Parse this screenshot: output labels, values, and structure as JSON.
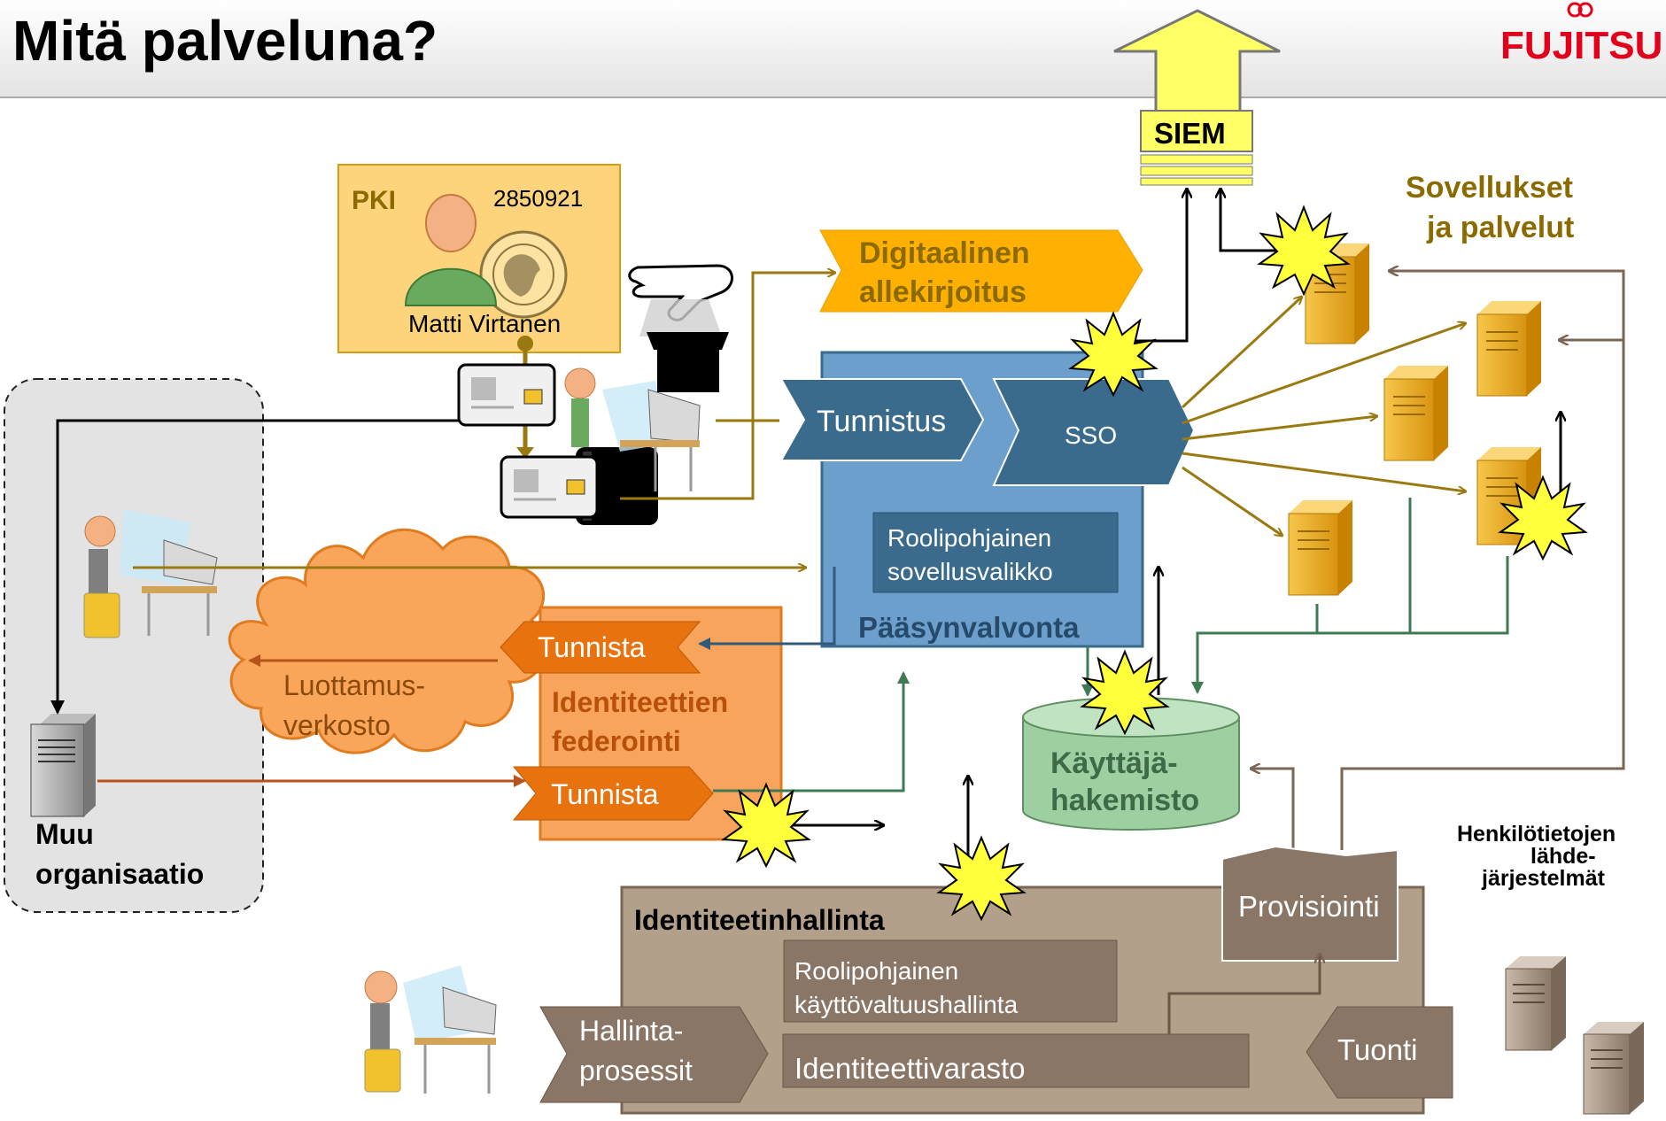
{
  "slide": {
    "title": "Mitä palveluna?",
    "logo_text": "FUJITSU"
  },
  "pki_card": {
    "label": "PKI",
    "number": "2850921",
    "name": "Matti Virtanen"
  },
  "siem": {
    "label": "SIEM"
  },
  "digital_signature": {
    "line1": "Digitaalinen",
    "line2": "allekirjoitus"
  },
  "access_control": {
    "title": "Pääsynvalvonta",
    "authentication": "Tunnistus",
    "sso": "SSO",
    "role_menu_line1": "Roolipohjainen",
    "role_menu_line2": "sovellusvalikko"
  },
  "applications": {
    "line1": "Sovellukset",
    "line2": "ja palvelut"
  },
  "directory": {
    "line1": "Käyttäjä-",
    "line2": "hakemisto"
  },
  "federation": {
    "title_line1": "Identiteettien",
    "title_line2": "federointi",
    "identify_top": "Tunnista",
    "identify_bottom": "Tunnista"
  },
  "trust_network": {
    "line1": "Luottamus-",
    "line2": "verkosto"
  },
  "other_org": {
    "line1": "Muu",
    "line2": "organisaatio"
  },
  "identity_management": {
    "title": "Identiteetinhallinta",
    "provisioning": "Provisiointi",
    "role_mgmt_line1": "Roolipohjainen",
    "role_mgmt_line2": "käyttövaltuushallinta",
    "identity_store": "Identiteettivarasto",
    "processes_line1": "Hallinta-",
    "processes_line2": "prosessit",
    "import": "Tuonti"
  },
  "source_systems": {
    "line1": "Henkilötietojen",
    "line2": "lähde-",
    "line3": "järjestelmät"
  },
  "colors": {
    "title_text": "#000000",
    "logo_red": "#e2001a",
    "gold_text": "#8b6a00",
    "gold_arrow": "#9a7a10",
    "orange": "#e8730e",
    "blue_box": "#6c9fcc",
    "dark_blue": "#3a6a8c",
    "green_line": "#3e7a52",
    "brown_box": "#b3a08a",
    "dark_brown": "#7a6656",
    "directory_green": "#9dcfa0"
  },
  "icons": [
    "server-icon",
    "computer-user-icon",
    "smart-card-icon",
    "card-reader-icon",
    "hand-icon",
    "alert-burst-icon",
    "user-avatar-icon"
  ]
}
